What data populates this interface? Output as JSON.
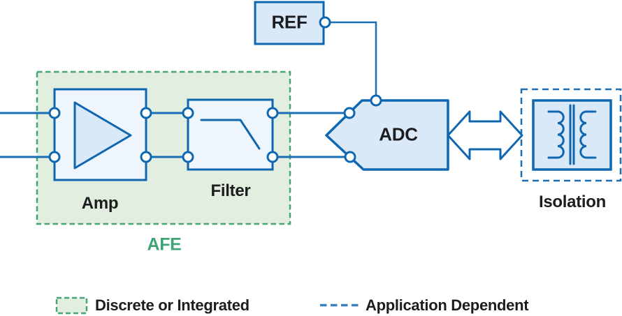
{
  "diagram": {
    "blocks": {
      "ref": {
        "label": "REF"
      },
      "amp": {
        "label": "Amp",
        "symbol": "amplifier-triangle"
      },
      "filter": {
        "label": "Filter",
        "symbol": "lowpass-response-curve"
      },
      "adc": {
        "label": "ADC"
      },
      "isolation": {
        "label": "Isolation",
        "symbol": "transformer"
      }
    },
    "groups": {
      "afe": {
        "label": "AFE",
        "style": "green-dashed-region"
      }
    },
    "connections": [
      "input-top to amp",
      "input-bottom to amp",
      "amp to filter (2 lines)",
      "filter to adc (2 lines)",
      "ref to adc",
      "adc to isolation (bidirectional arrow)"
    ],
    "legend": [
      {
        "swatch": "green-dashed-box",
        "label": "Discrete or Integrated"
      },
      {
        "swatch": "blue-dashed-line",
        "label": "Application Dependent"
      }
    ],
    "colors": {
      "blue_stroke": "#0e67b0",
      "line_blue": "#1a6eb5",
      "legend_dash_blue": "#3a81c0",
      "light_blue_fill": "#d9e9f8",
      "pale_blue_fill": "#eef5fc",
      "sage_green_fill": "#e2eedf",
      "green_stroke": "#47a477",
      "afe_text_green": "#3ea476",
      "text_dark": "#1d1d1f",
      "background": "#ffffff"
    }
  }
}
